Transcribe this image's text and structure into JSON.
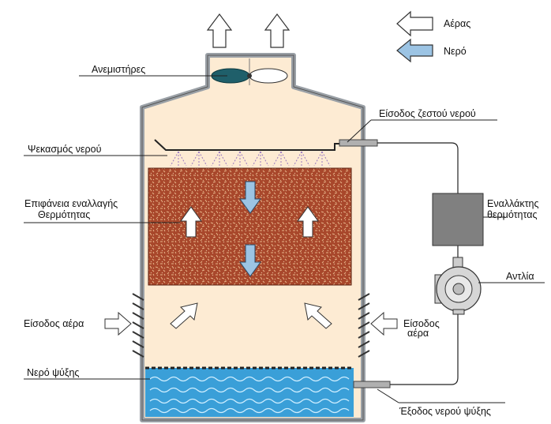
{
  "legend": {
    "air": "Αέρας",
    "water": "Νερό"
  },
  "labels": {
    "fans": "Ανεμιστήρες",
    "water_spray": "Ψεκασμός νερού",
    "exchange_surface_line1": "Επιφάνεια εναλλαγής",
    "exchange_surface_line2": "Θερμότητας",
    "air_inlet_left": "Είσοδος αέρα",
    "air_inlet_right_line1": "Είσοδος",
    "air_inlet_right_line2": "αέρα",
    "cooling_water": "Νερό ψύξης",
    "hot_water_inlet": "Είσοδος ζεστού νερού",
    "heat_exchanger_line1": "Εναλλάκτης",
    "heat_exchanger_line2": "θερμότητας",
    "pump": "Αντλία",
    "cooling_water_outlet": "Έξοδος νερού ψύξης"
  },
  "colors": {
    "tower_fill": "#fdebd3",
    "tower_wall": "#9aa0a6",
    "fill_media": "#a8472b",
    "fill_speckle": "#e8b58a",
    "basin_water": "#3a9fd8",
    "wave": "#cfeeff",
    "water_arrow": "#9cc4e4",
    "fan_blade": "#1f5f6a",
    "exchanger": "#808080"
  }
}
